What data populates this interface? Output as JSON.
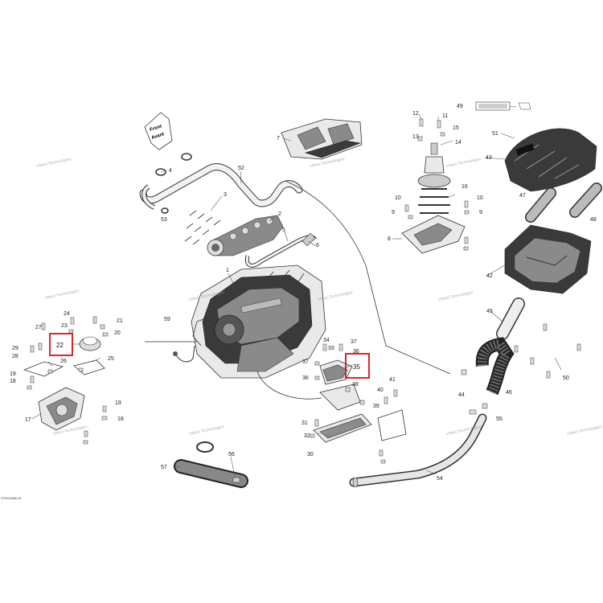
{
  "diagram": {
    "figure_code": "270011386-04",
    "direction_label": [
      "Front",
      "Avant"
    ],
    "watermark": "vSteel Technologies",
    "callouts": [
      {
        "id": "c1",
        "label": "1"
      },
      {
        "id": "c2",
        "label": "2"
      },
      {
        "id": "c3",
        "label": "3"
      },
      {
        "id": "c4",
        "label": "4"
      },
      {
        "id": "c5",
        "label": "5"
      },
      {
        "id": "c6",
        "label": "6"
      },
      {
        "id": "c7",
        "label": "7"
      },
      {
        "id": "c8",
        "label": "8"
      },
      {
        "id": "c9a",
        "label": "9"
      },
      {
        "id": "c9b",
        "label": "9"
      },
      {
        "id": "c10a",
        "label": "10"
      },
      {
        "id": "c10b",
        "label": "10"
      },
      {
        "id": "c11",
        "label": "11"
      },
      {
        "id": "c12",
        "label": "12"
      },
      {
        "id": "c13",
        "label": "13"
      },
      {
        "id": "c14",
        "label": "14"
      },
      {
        "id": "c15",
        "label": "15"
      },
      {
        "id": "c16",
        "label": "16"
      },
      {
        "id": "c17",
        "label": "17"
      },
      {
        "id": "c18a",
        "label": "18"
      },
      {
        "id": "c18b",
        "label": "18"
      },
      {
        "id": "c19a",
        "label": "19"
      },
      {
        "id": "c19b",
        "label": "19"
      },
      {
        "id": "c20",
        "label": "20"
      },
      {
        "id": "c21",
        "label": "21"
      },
      {
        "id": "c23",
        "label": "23"
      },
      {
        "id": "c24",
        "label": "24"
      },
      {
        "id": "c25",
        "label": "25"
      },
      {
        "id": "c26",
        "label": "26"
      },
      {
        "id": "c27",
        "label": "27"
      },
      {
        "id": "c28",
        "label": "28"
      },
      {
        "id": "c29",
        "label": "29"
      },
      {
        "id": "c30",
        "label": "30"
      },
      {
        "id": "c31",
        "label": "31"
      },
      {
        "id": "c32",
        "label": "32"
      },
      {
        "id": "c33",
        "label": "33"
      },
      {
        "id": "c34",
        "label": "34"
      },
      {
        "id": "c36a",
        "label": "36"
      },
      {
        "id": "c36b",
        "label": "36"
      },
      {
        "id": "c37a",
        "label": "37"
      },
      {
        "id": "c37b",
        "label": "37"
      },
      {
        "id": "c38",
        "label": "38"
      },
      {
        "id": "c39",
        "label": "39"
      },
      {
        "id": "c40",
        "label": "40"
      },
      {
        "id": "c41",
        "label": "41"
      },
      {
        "id": "c42",
        "label": "42"
      },
      {
        "id": "c43",
        "label": "43"
      },
      {
        "id": "c44",
        "label": "44"
      },
      {
        "id": "c45",
        "label": "45"
      },
      {
        "id": "c46",
        "label": "46"
      },
      {
        "id": "c47",
        "label": "47"
      },
      {
        "id": "c48",
        "label": "48"
      },
      {
        "id": "c49",
        "label": "49"
      },
      {
        "id": "c50",
        "label": "50"
      },
      {
        "id": "c51",
        "label": "51"
      },
      {
        "id": "c52",
        "label": "52"
      },
      {
        "id": "c53",
        "label": "53"
      },
      {
        "id": "c54",
        "label": "54"
      },
      {
        "id": "c55",
        "label": "55"
      },
      {
        "id": "c56",
        "label": "56"
      },
      {
        "id": "c57",
        "label": "57"
      },
      {
        "id": "c59",
        "label": "59"
      }
    ],
    "highlighted": [
      {
        "id": "h22",
        "label": "22"
      },
      {
        "id": "h35",
        "label": "35"
      }
    ],
    "colors": {
      "highlight": "#d9262b",
      "line": "#333333"
    }
  }
}
